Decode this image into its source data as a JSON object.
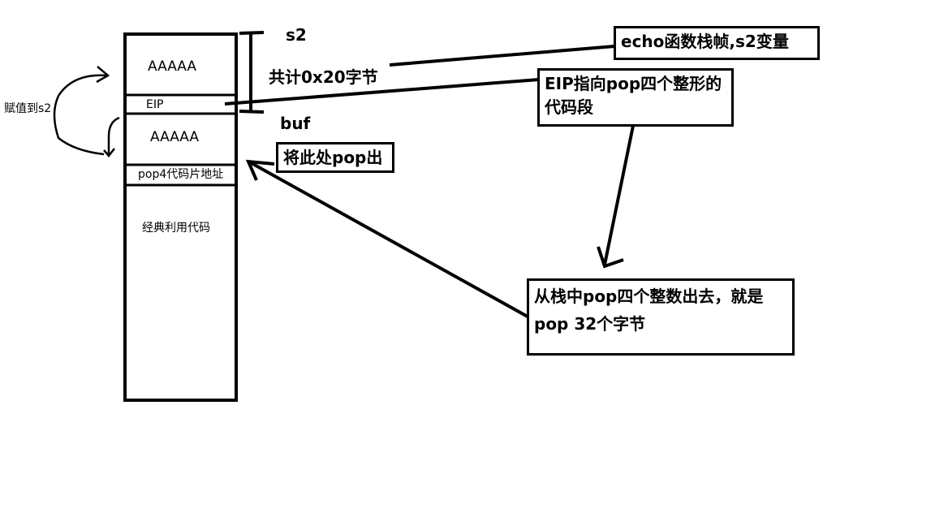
{
  "stack": {
    "cell_1": "AAAAA",
    "cell_eip": "EIP",
    "cell_2": "AAAAA",
    "cell_pop4": "pop4代码片地址",
    "cell_exploit": "经典利用代码"
  },
  "labels": {
    "s2": "s2",
    "total": "共计0x20字节",
    "buf": "buf",
    "assign_s2": "赋值到s2"
  },
  "boxes": {
    "echo_frame": "echo函数栈帧,s2变量",
    "eip_points": "EIP指向pop四个整形的代码段",
    "pop_here": "将此处pop出",
    "pop_explain": "从栈中pop四个整数出去，就是pop 32个字节"
  }
}
